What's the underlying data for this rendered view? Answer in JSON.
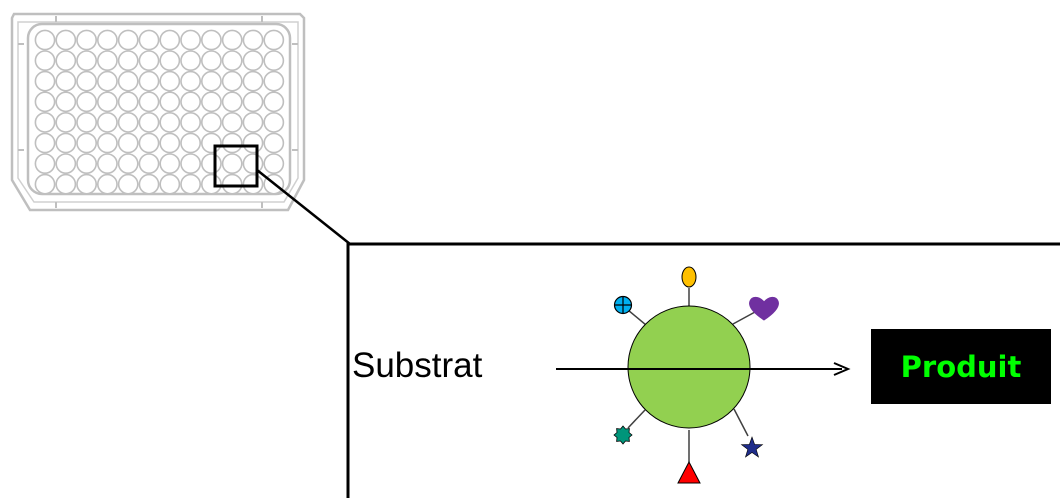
{
  "diagram": {
    "substrate_label": "Substrat",
    "product_label": "Produit",
    "colors": {
      "plate_outline": "#bfbfbf",
      "enzyme_fill": "#92d050",
      "product_box": "#000000",
      "product_text": "#00ff00",
      "cross_circle": "#00b0f0",
      "ellipse": "#ffc000",
      "heart": "#7030a0",
      "star": "#1f2d8a",
      "triangle": "#ff0000",
      "gear": "#00957a"
    },
    "plate": {
      "rows": 8,
      "columns": 12,
      "zoomed_well_columns": [
        10,
        11
      ],
      "zoomed_well_rows": [
        6,
        7
      ]
    },
    "enzyme_groups": [
      "cross-circle",
      "ellipse",
      "heart",
      "star",
      "triangle",
      "gear"
    ]
  }
}
